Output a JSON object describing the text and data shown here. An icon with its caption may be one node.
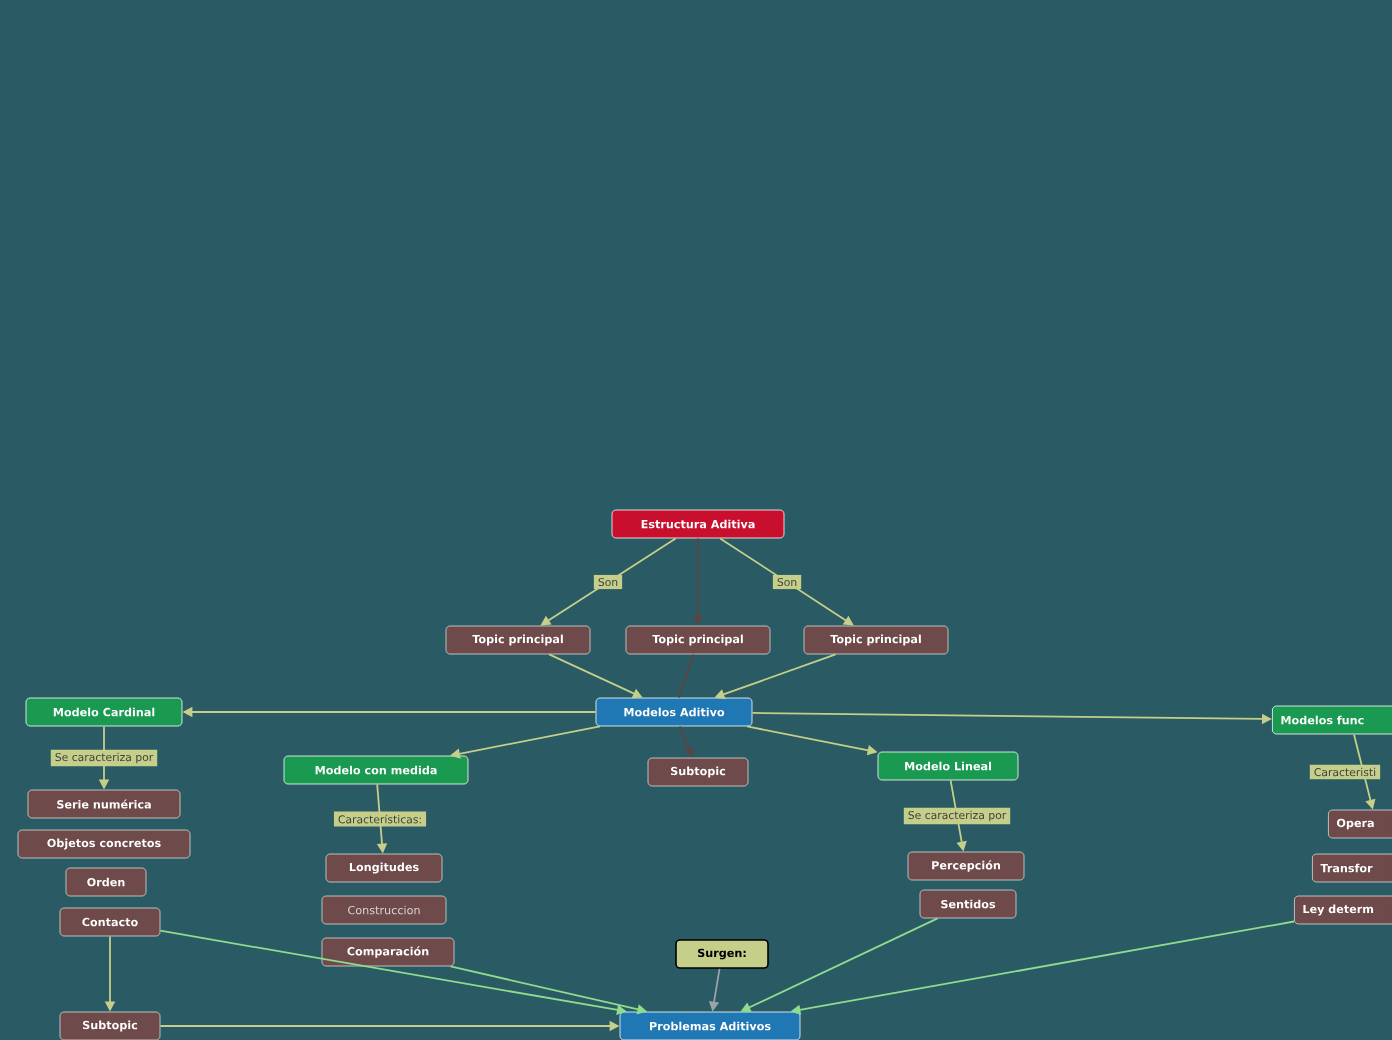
{
  "diagram": {
    "nodes": [
      {
        "text": [
          "Estructura Aditiva"
        ]
      },
      {
        "text": [
          "Topic principal"
        ]
      },
      {
        "text": [
          "Topic principal"
        ]
      },
      {
        "text": [
          "Topic principal"
        ]
      },
      {
        "text": [
          "Modelos Aditivo"
        ]
      },
      {
        "text": [
          "Modelo Cardinal"
        ]
      },
      {
        "text": [
          "Modelo con medida"
        ]
      },
      {
        "text": [
          "Subtopic"
        ]
      },
      {
        "text": [
          "Modelo Lineal"
        ]
      },
      {
        "text": [
          "Modelos func"
        ]
      },
      {
        "text": [
          "Serie numérica"
        ]
      },
      {
        "text": [
          "Objetos concretos"
        ]
      },
      {
        "text": [
          "Orden"
        ]
      },
      {
        "text": [
          "Contacto"
        ]
      },
      {
        "text": [
          "Longitudes"
        ]
      },
      {
        "text": [
          "Construccion"
        ]
      },
      {
        "text": [
          "Comparación"
        ]
      },
      {
        "text": [
          "Percepción"
        ]
      },
      {
        "text": [
          "Sentidos"
        ]
      },
      {
        "text": [
          "Opera"
        ]
      },
      {
        "text": [
          "Transfor"
        ]
      },
      {
        "text": [
          "Ley determ"
        ]
      },
      {
        "text": [
          "Surgen:"
        ]
      },
      {
        "text": [
          "Problemas Aditivos"
        ]
      },
      {
        "text": [
          "Subtopic"
        ]
      }
    ],
    "edges": [
      {
        "from": 0,
        "to": 1,
        "arrow": "to",
        "label": "Son"
      },
      {
        "from": 0,
        "to": 2,
        "arrow": "to",
        "color": "#5c4444"
      },
      {
        "from": 0,
        "to": 3,
        "arrow": "to",
        "label": "Son"
      },
      {
        "from": 1,
        "to": 4,
        "arrow": "to"
      },
      {
        "from": 2,
        "to": 4,
        "arrow": "none",
        "color": "#5c4444"
      },
      {
        "from": 3,
        "to": 4,
        "arrow": "to"
      },
      {
        "from": 4,
        "to": 5,
        "arrow": "to"
      },
      {
        "from": 4,
        "to": 6,
        "arrow": "to"
      },
      {
        "from": 4,
        "to": 7,
        "arrow": "to",
        "color": "#5c4444"
      },
      {
        "from": 4,
        "to": 8,
        "arrow": "to"
      },
      {
        "from": 4,
        "to": 9,
        "arrow": "to"
      },
      {
        "from": 5,
        "to": 10,
        "arrow": "to",
        "label": "Se caracteriza por"
      },
      {
        "from": 6,
        "to": 14,
        "arrow": "to",
        "label": "Características:"
      },
      {
        "from": 8,
        "to": 17,
        "arrow": "to",
        "label": "Se caracteriza por"
      },
      {
        "from": 9,
        "to": 19,
        "arrow": "to",
        "label": "Caracteristi"
      },
      {
        "from": 13,
        "to": 24,
        "arrow": "to"
      },
      {
        "from": 13,
        "to": 23,
        "arrow": "to",
        "color": "#8fdc8f"
      },
      {
        "from": 16,
        "to": 23,
        "arrow": "to",
        "color": "#8fdc8f"
      },
      {
        "from": 18,
        "to": 23,
        "arrow": "to",
        "color": "#8fdc8f"
      },
      {
        "from": 21,
        "to": 23,
        "arrow": "to",
        "color": "#8fdc8f"
      },
      {
        "from": 22,
        "to": 23,
        "arrow": "to",
        "color": "#9aa3a8"
      },
      {
        "from": 24,
        "to": 23,
        "arrow": "to"
      }
    ]
  }
}
